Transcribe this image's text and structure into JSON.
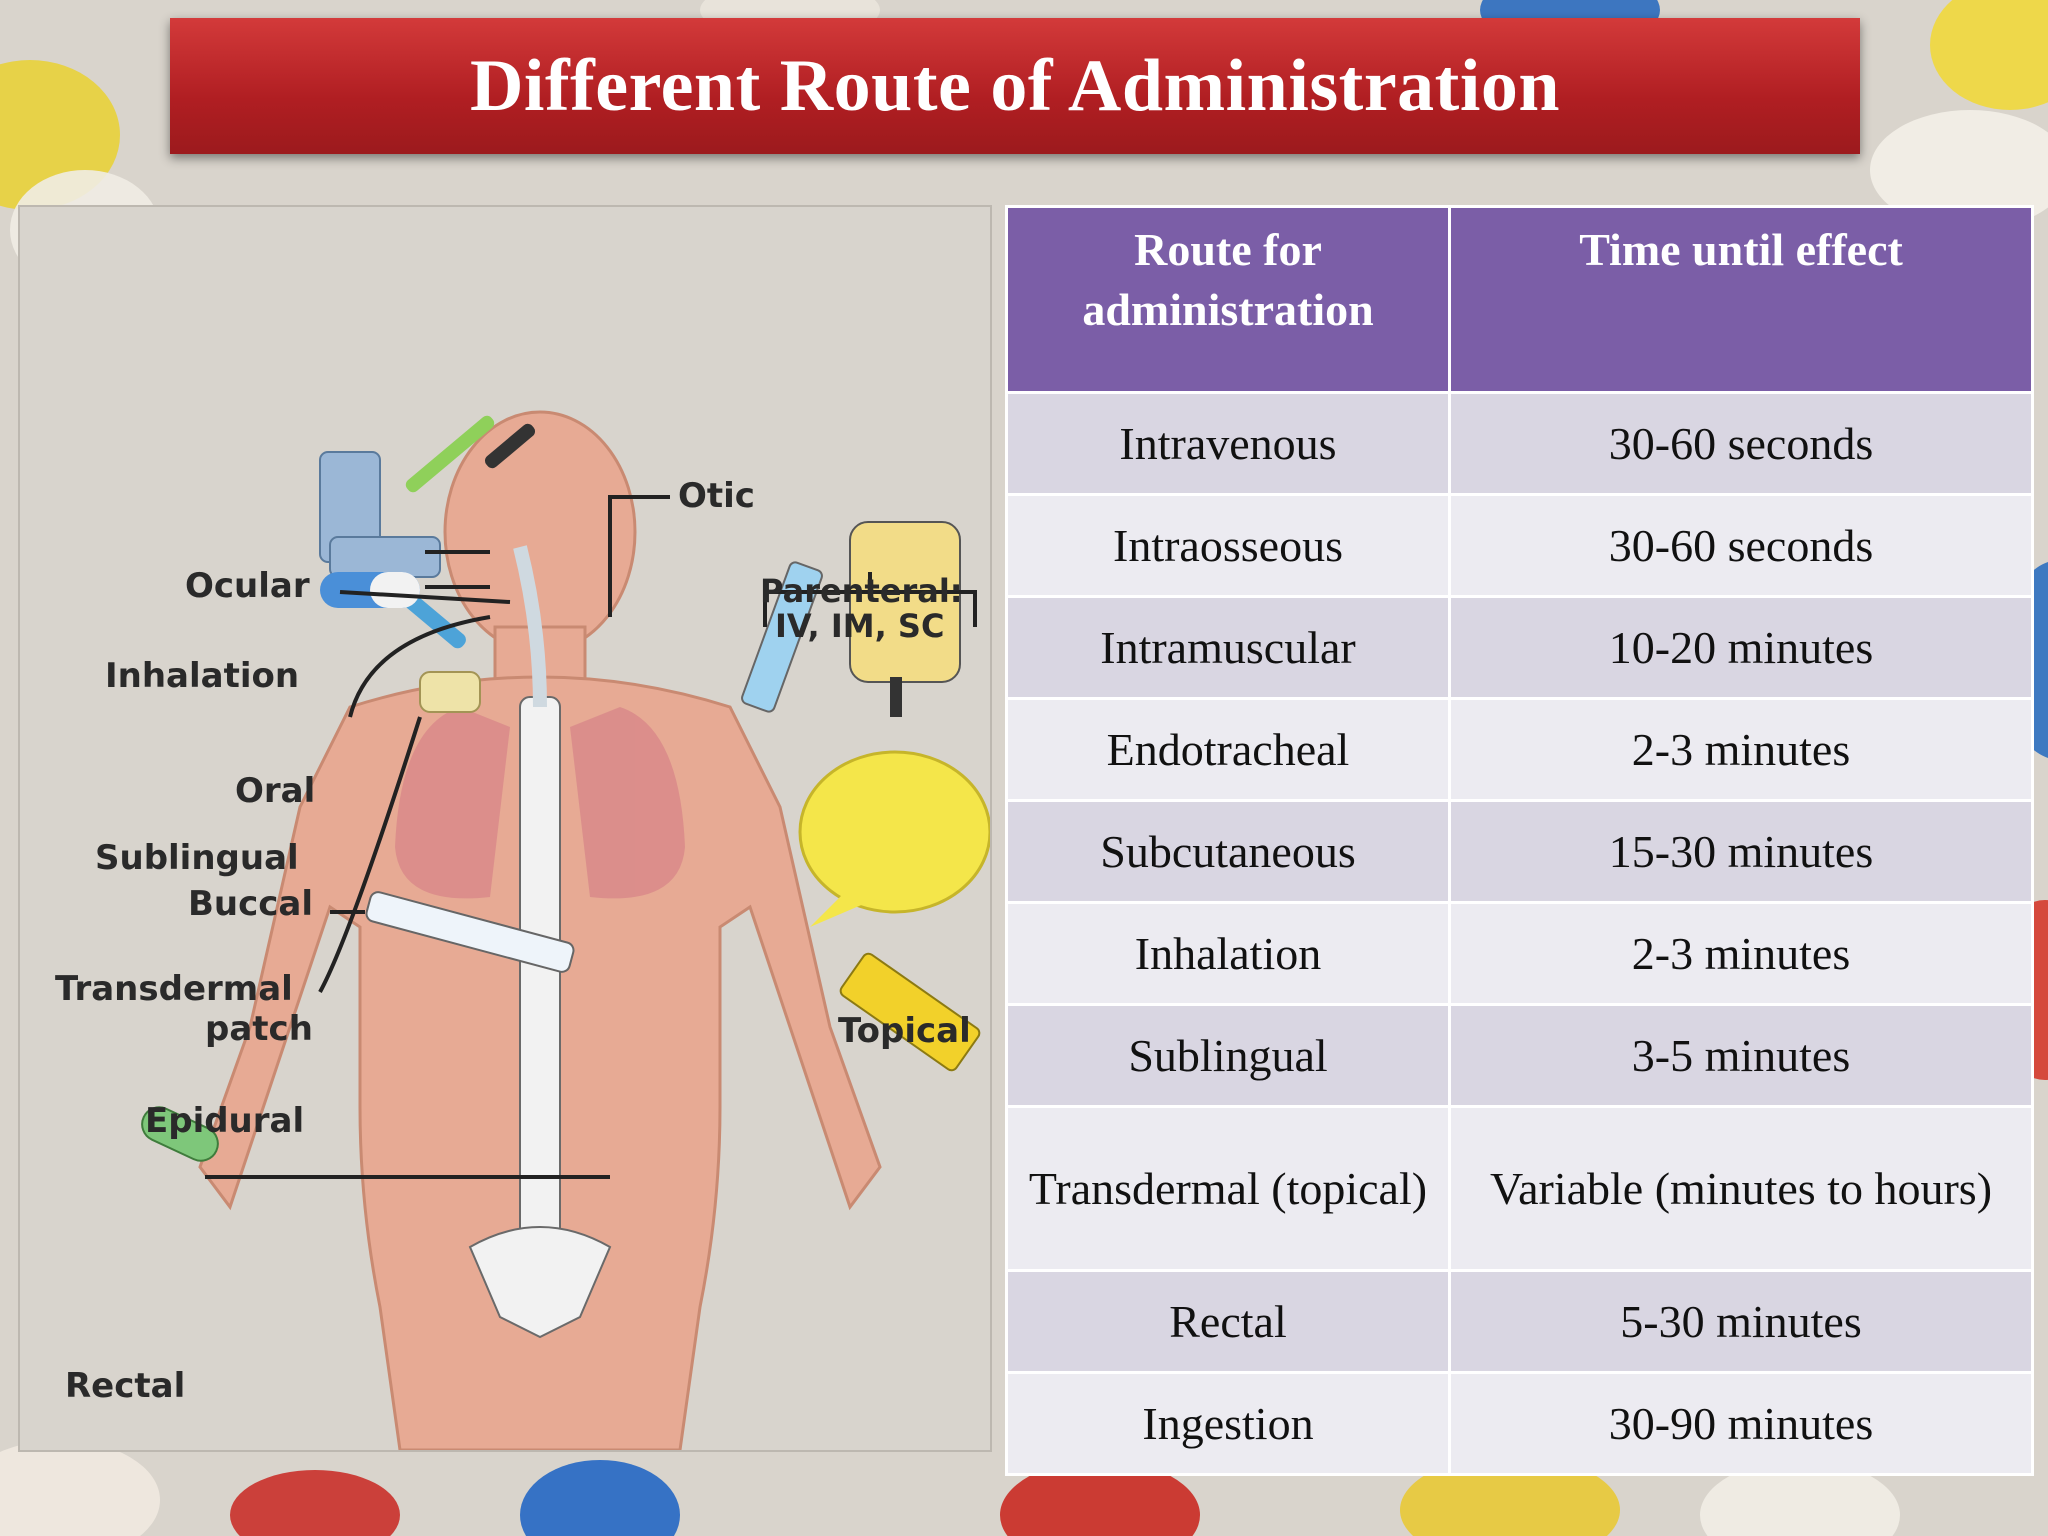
{
  "title": "Different Route of Administration",
  "figure": {
    "labels": {
      "otic": "Otic",
      "ocular": "Ocular",
      "parenteral_line1": "Parenteral:",
      "parenteral_line2": "IV, IM, SC",
      "inhalation": "Inhalation",
      "oral": "Oral",
      "sublingual": "Sublingual",
      "buccal": "Buccal",
      "transdermal_line1": "Transdermal",
      "transdermal_line2": "patch",
      "topical": "Topical",
      "epidural": "Epidural",
      "rectal": "Rectal"
    }
  },
  "table": {
    "headers": [
      "Route for administration",
      "Time until effect"
    ],
    "rows": [
      {
        "route": "Intravenous",
        "time": "30-60 seconds"
      },
      {
        "route": "Intraosseous",
        "time": "30-60 seconds"
      },
      {
        "route": "Intramuscular",
        "time": "10-20 minutes"
      },
      {
        "route": "Endotracheal",
        "time": "2-3 minutes"
      },
      {
        "route": "Subcutaneous",
        "time": "15-30 minutes"
      },
      {
        "route": "Inhalation",
        "time": "2-3 minutes"
      },
      {
        "route": "Sublingual",
        "time": "3-5 minutes"
      },
      {
        "route": "Transdermal (topical)",
        "time": "Variable (minutes to hours)"
      },
      {
        "route": "Rectal",
        "time": "5-30 minutes"
      },
      {
        "route": "Ingestion",
        "time": "30-90 minutes"
      }
    ]
  },
  "colors": {
    "title_bar": "#b01e22",
    "table_header": "#7b5ea7",
    "row_odd": "#d9d6e2",
    "row_even": "#ecebf1"
  }
}
